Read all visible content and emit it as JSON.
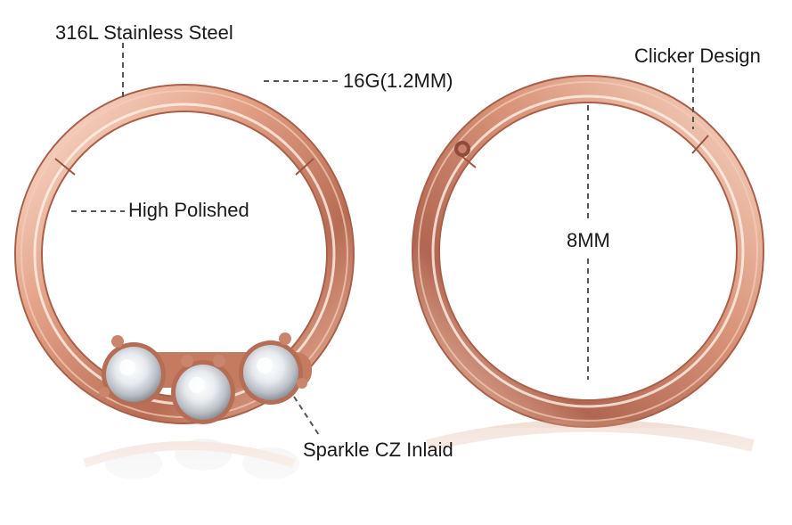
{
  "labels": {
    "material": "316L Stainless Steel",
    "gauge": "16G(1.2MM)",
    "polish": "High Polished",
    "clicker": "Clicker Design",
    "diameter": "8MM",
    "stones": "Sparkle CZ Inlaid"
  },
  "colors": {
    "ring_dark": "#a9604a",
    "ring_mid": "#d88f74",
    "ring_light": "#f6cdb8",
    "ring_highlight": "#fff1e8",
    "leader_line": "#555555",
    "text": "#1a1a1a"
  }
}
